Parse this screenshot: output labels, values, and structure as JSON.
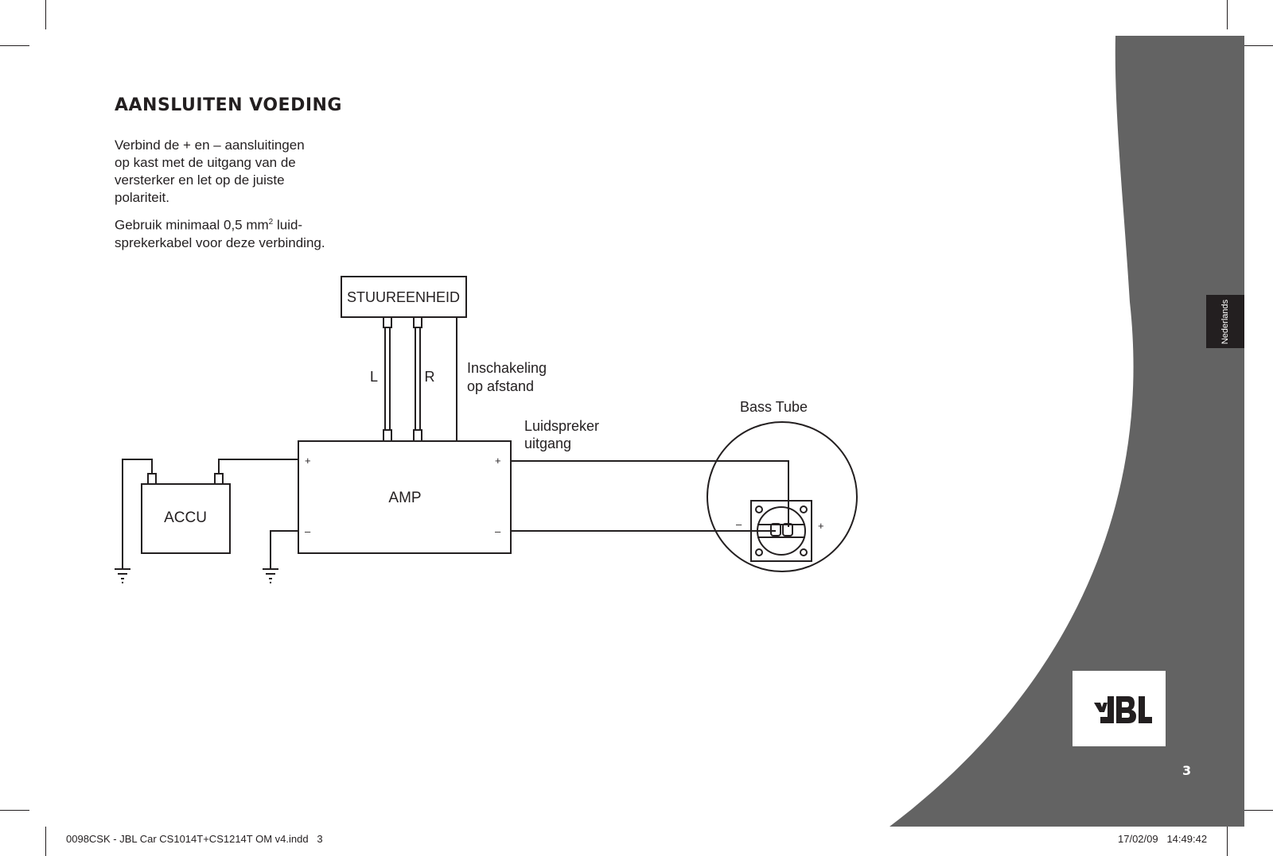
{
  "heading": "AANSLUITEN VOEDING",
  "paragraph1": [
    "Verbind de + en – aansluitingen",
    "op kast met de uitgang van de",
    "versterker en let op de juiste",
    "polariteit."
  ],
  "paragraph2": {
    "line1_before": "Gebruik minimaal 0,5 mm",
    "line1_sup": "2",
    "line1_after": " luid-",
    "line2": "sprekerkabel voor deze verbinding."
  },
  "diagram": {
    "control_unit": "STUUREENHEID",
    "left_channel": "L",
    "right_channel": "R",
    "remote_label_1": "Inschakeling",
    "remote_label_2": "op afstand",
    "speaker_out_1": "Luidspreker",
    "speaker_out_2": "uitgang",
    "amp": "AMP",
    "battery": "ACCU",
    "bass_tube": "Bass Tube",
    "plus": "+",
    "minus": "–"
  },
  "side": {
    "language_tab": "Nederlands",
    "logo": "JBL",
    "page_number": "3"
  },
  "footer": {
    "file": "0098CSK - JBL Car CS1014T+CS1214T OM v4.indd   3",
    "timestamp": "17/02/09   14:49:42"
  },
  "colors": {
    "panel": "#636363",
    "ink": "#231f20",
    "tab": "#231f20"
  }
}
